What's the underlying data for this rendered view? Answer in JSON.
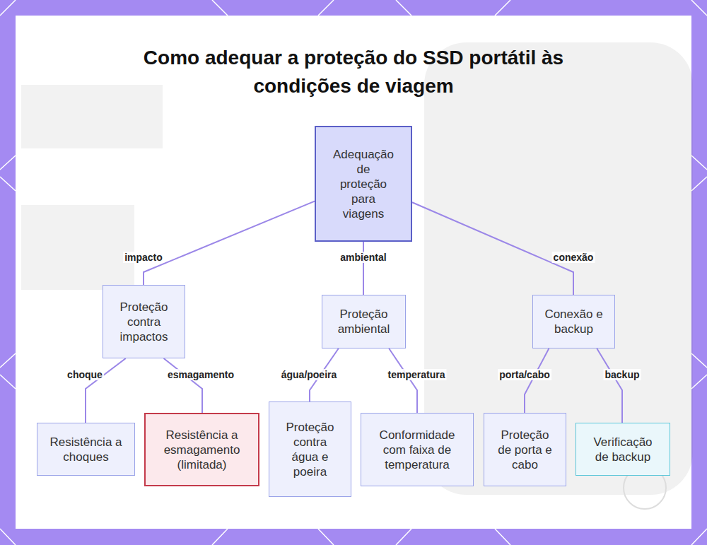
{
  "diagram": {
    "title": "Como adequar a proteção do SSD portátil às condições de viagem",
    "nodes": [
      {
        "text": [
          "Adequação de proteção para viagens"
        ]
      },
      {
        "text": [
          "Proteção contra impactos"
        ]
      },
      {
        "text": [
          "Proteção ambiental"
        ]
      },
      {
        "text": [
          "Conexão e backup"
        ]
      },
      {
        "text": [
          "Resistência a choques"
        ]
      },
      {
        "text": [
          "Resistência a esmagamento (limitada)"
        ]
      },
      {
        "text": [
          "Proteção contra água e poeira"
        ]
      },
      {
        "text": [
          "Conformidade com faixa de temperatura"
        ]
      },
      {
        "text": [
          "Proteção de porta e cabo"
        ]
      },
      {
        "text": [
          "Verificação de backup"
        ]
      }
    ],
    "edges": [
      {
        "from": 0,
        "to": 1,
        "label": "impacto",
        "arrow": "none"
      },
      {
        "from": 0,
        "to": 2,
        "label": "ambiental",
        "arrow": "none"
      },
      {
        "from": 0,
        "to": 3,
        "label": "conexão",
        "arrow": "none"
      },
      {
        "from": 1,
        "to": 4,
        "label": "choque",
        "arrow": "none"
      },
      {
        "from": 1,
        "to": 5,
        "label": "esmagamento",
        "arrow": "none"
      },
      {
        "from": 2,
        "to": 6,
        "label": "água/poeira",
        "arrow": "none"
      },
      {
        "from": 2,
        "to": 7,
        "label": "temperatura",
        "arrow": "none"
      },
      {
        "from": 3,
        "to": 8,
        "label": "porta/cabo",
        "arrow": "none"
      },
      {
        "from": 3,
        "to": 9,
        "label": "backup",
        "arrow": "none"
      }
    ]
  }
}
